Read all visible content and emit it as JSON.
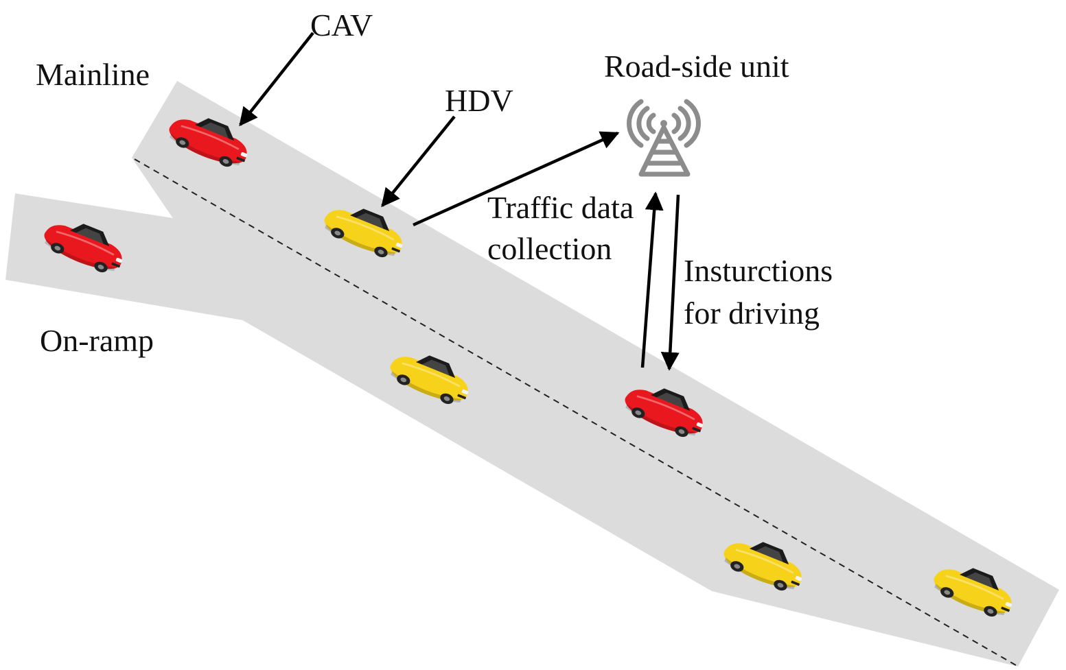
{
  "labels": {
    "cav": "CAV",
    "mainline": "Mainline",
    "hdv": "HDV",
    "rsu": "Road-side unit",
    "traffic_line1": "Traffic data",
    "traffic_line2": "collection",
    "instr_line1": "Insturctions",
    "instr_line2": "for driving",
    "onramp": "On-ramp"
  },
  "colors": {
    "road": "#dcdcdc",
    "cav_car": "#e8181e",
    "hdv_car": "#f7d21a",
    "tower": "#8c8c8c",
    "arrow": "#000000"
  },
  "icons": {
    "tower": "antenna-tower-icon",
    "car": "car-icon"
  }
}
